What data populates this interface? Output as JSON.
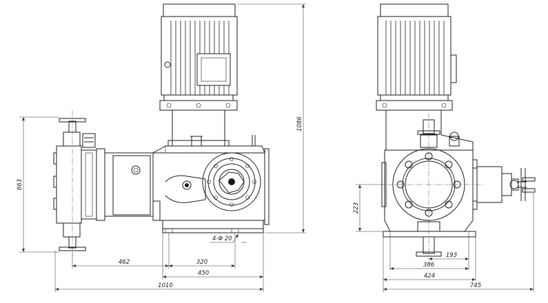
{
  "dimensions": {
    "overall_height": "1086",
    "flange_to_flange": "663",
    "pump_offset": "462",
    "base_hole_spacing": "320",
    "base_length": "450",
    "overall_length": "1010",
    "mount_holes": "4-Φ 20",
    "flange_center_height": "223",
    "half_base_width": "193",
    "base_width_inner": "386",
    "base_width": "424",
    "overall_width": "745"
  },
  "colors": {
    "line": "#1a1a1a",
    "background": "#ffffff"
  }
}
